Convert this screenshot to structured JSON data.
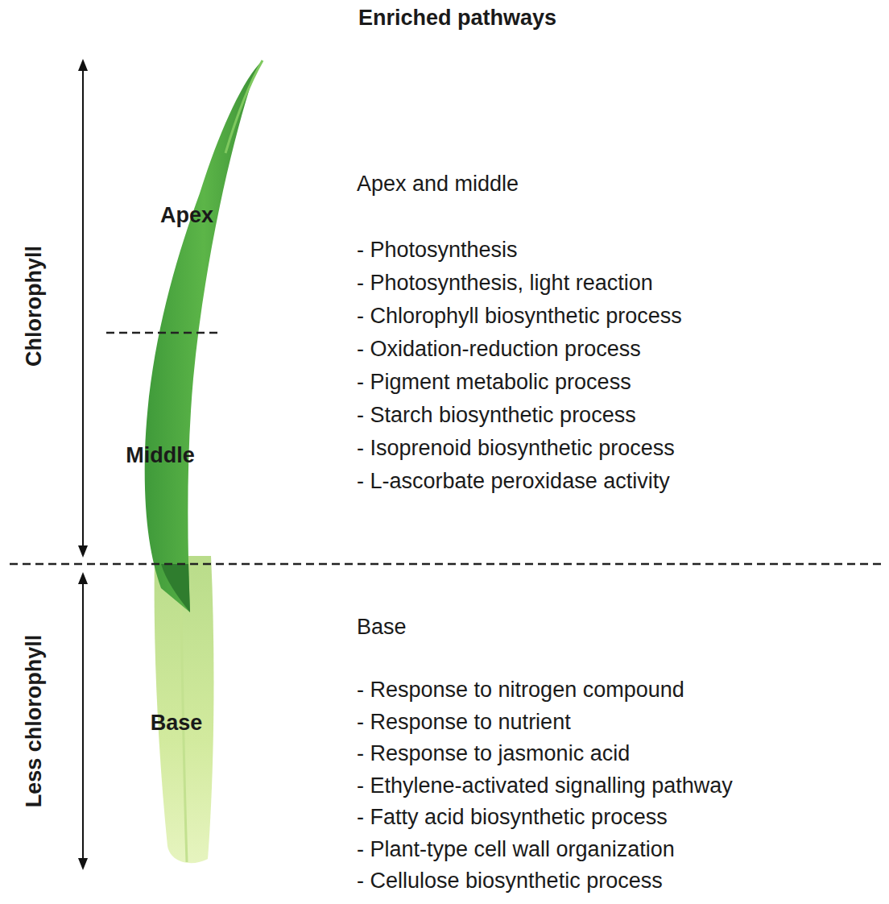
{
  "diagram": {
    "title": "Enriched pathways",
    "labels": [
      "Apex",
      "Middle",
      "Base",
      "Chlorophyll",
      "Less chlorophyll",
      "Apex and middle",
      "- Photosynthesis",
      "- Photosynthesis, light reaction",
      "- Chlorophyll biosynthetic process",
      "- Oxidation-reduction process",
      "- Pigment metabolic process",
      "- Starch biosynthetic process",
      "- Isoprenoid biosynthetic process",
      "- L-ascorbate peroxidase activity",
      "Base",
      "- Response to nitrogen compound",
      "- Response to nutrient",
      "- Response to jasmonic acid",
      "- Ethylene-activated signalling pathway",
      "- Fatty acid biosynthetic process",
      "- Plant-type cell wall organization",
      "- Cellulose biosynthetic process"
    ]
  }
}
